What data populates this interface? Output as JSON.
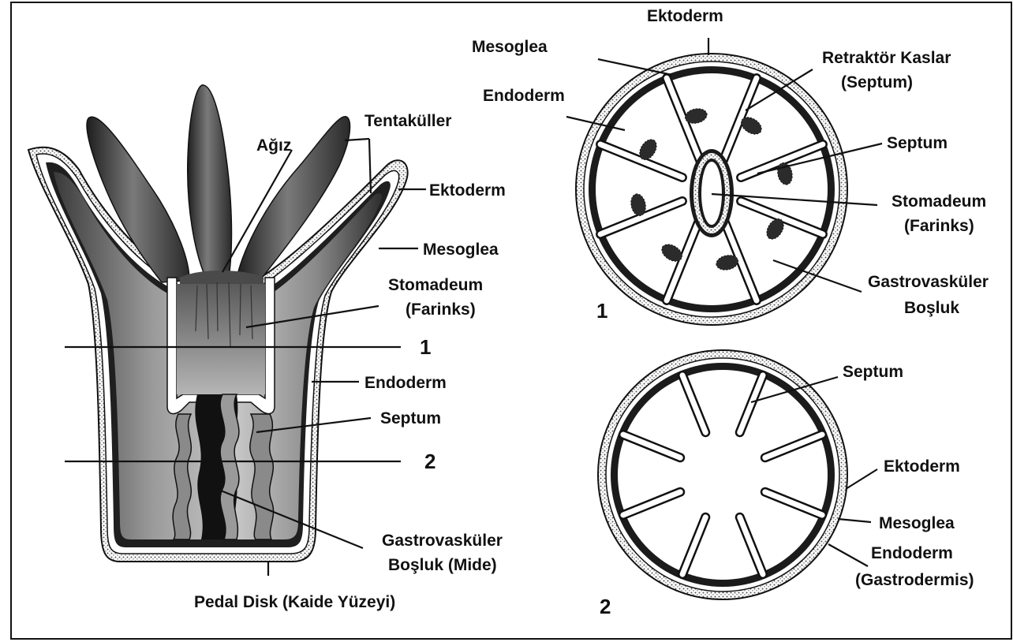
{
  "colors": {
    "ink": "#111111",
    "paper": "#ffffff",
    "tissue_dark": "#2a2a2a",
    "tissue_mid": "#6e6e6e",
    "tissue_light": "#c9c9c9"
  },
  "longitudinal": {
    "mouth": "Ağız",
    "tentacles": "Tentaküller",
    "ectoderm": "Ektoderm",
    "mesoglea": "Mesoglea",
    "stomodeum_line1": "Stomadeum",
    "stomodeum_line2": "(Farinks)",
    "section_1": "1",
    "endoderm": "Endoderm",
    "septum": "Septum",
    "section_2": "2",
    "gastro_line1": "Gastrovasküler",
    "gastro_line2": "Boşluk (Mide)",
    "pedal_disk": "Pedal Disk (Kaide Yüzeyi)"
  },
  "section1": {
    "number": "1",
    "ectoderm": "Ektoderm",
    "mesoglea": "Mesoglea",
    "endoderm": "Endoderm",
    "retractor_line1": "Retraktör Kaslar",
    "retractor_line2": "(Septum)",
    "septum": "Septum",
    "stomodeum_line1": "Stomadeum",
    "stomodeum_line2": "(Farinks)",
    "gastro_line1": "Gastrovasküler",
    "gastro_line2": "Boşluk"
  },
  "section2": {
    "number": "2",
    "septum": "Septum",
    "ectoderm": "Ektoderm",
    "mesoglea": "Mesoglea",
    "endoderm_line1": "Endoderm",
    "endoderm_line2": "(Gastrodermis)"
  }
}
